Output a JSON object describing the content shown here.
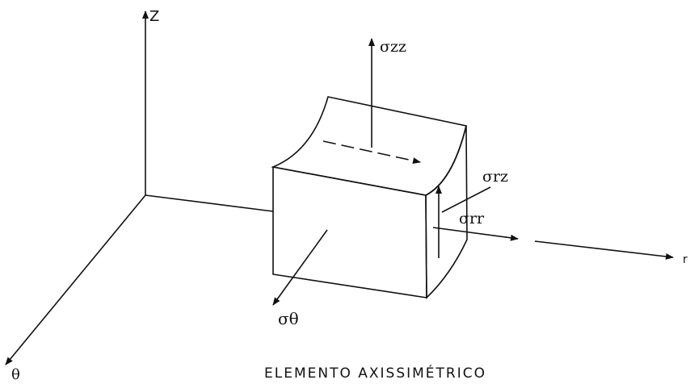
{
  "axes": {
    "z_label": "Z",
    "r_label": "r",
    "theta_label": "θ"
  },
  "stresses": {
    "sigma_zz": "σzz",
    "sigma_rz": "σrz",
    "sigma_rr": "σrr",
    "sigma_theta": "σθ"
  },
  "caption": "ELEMENTO  AXISSIMÉTRICO"
}
